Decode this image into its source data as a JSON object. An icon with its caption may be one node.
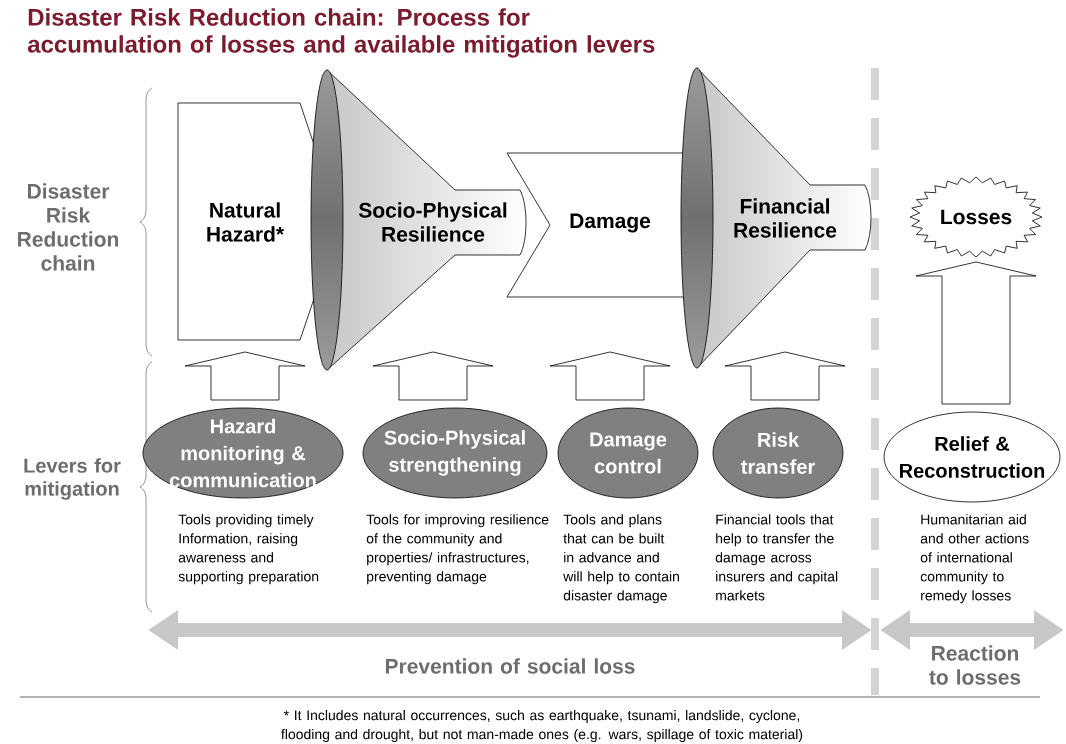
{
  "diagram": {
    "title": "Disaster Risk Reduction chain: Process for accumulation of losses and available mitigation levers",
    "nodes": [
      {
        "text": [
          "Natural Hazard*"
        ]
      },
      {
        "text": [
          "Socio-Physical Resilience"
        ]
      },
      {
        "text": [
          "Damage"
        ]
      },
      {
        "text": [
          "Financial Resilience"
        ]
      },
      {
        "text": [
          "Losses"
        ]
      },
      {
        "text": [
          "Hazard monitoring & communication"
        ],
        "beside": [
          "Tools providing timely Information, raising awareness and supporting preparation"
        ]
      },
      {
        "text": [
          "Socio-Physical strengthening"
        ],
        "beside": [
          "Tools for improving resilience of the community and properties/ infrastructures, preventing damage"
        ]
      },
      {
        "text": [
          "Damage control"
        ],
        "beside": [
          "Tools and plans that can be built in advance and will help to contain disaster damage"
        ]
      },
      {
        "text": [
          "Risk transfer"
        ],
        "beside": [
          "Financial tools that help to transfer the damage across insurers and capital markets"
        ]
      },
      {
        "text": [
          "Relief & Reconstruction"
        ],
        "beside": [
          "Humanitarian aid and other actions of international community to remedy losses"
        ]
      }
    ],
    "edges": [
      {
        "from": 5,
        "to": 0,
        "arrow": "to"
      },
      {
        "from": 6,
        "to": 1,
        "arrow": "to"
      },
      {
        "from": 7,
        "to": 2,
        "arrow": "to"
      },
      {
        "from": 8,
        "to": 3,
        "arrow": "to"
      },
      {
        "from": 9,
        "to": 4,
        "arrow": "to"
      }
    ],
    "labels": [
      "Disaster Risk Reduction chain",
      "Levers for mitigation",
      "Prevention of social loss",
      "Reaction to losses",
      "* It Includes natural occurrences, such as earthquake, tsunami, landslide, cyclone, flooding and drought, but not man-made ones (e.g. wars, spillage of toxic material)"
    ]
  }
}
